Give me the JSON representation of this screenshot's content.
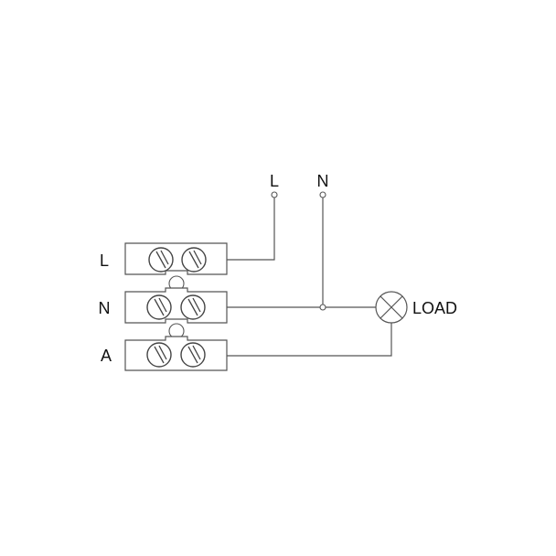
{
  "supply": {
    "line_label": "L",
    "neutral_label": "N"
  },
  "terminal_block": {
    "rows": [
      {
        "label": "L"
      },
      {
        "label": "N"
      },
      {
        "label": "A"
      }
    ]
  },
  "load": {
    "label": "LOAD"
  },
  "colors": {
    "line": "#555555",
    "text": "#111111",
    "background": "#ffffff"
  }
}
